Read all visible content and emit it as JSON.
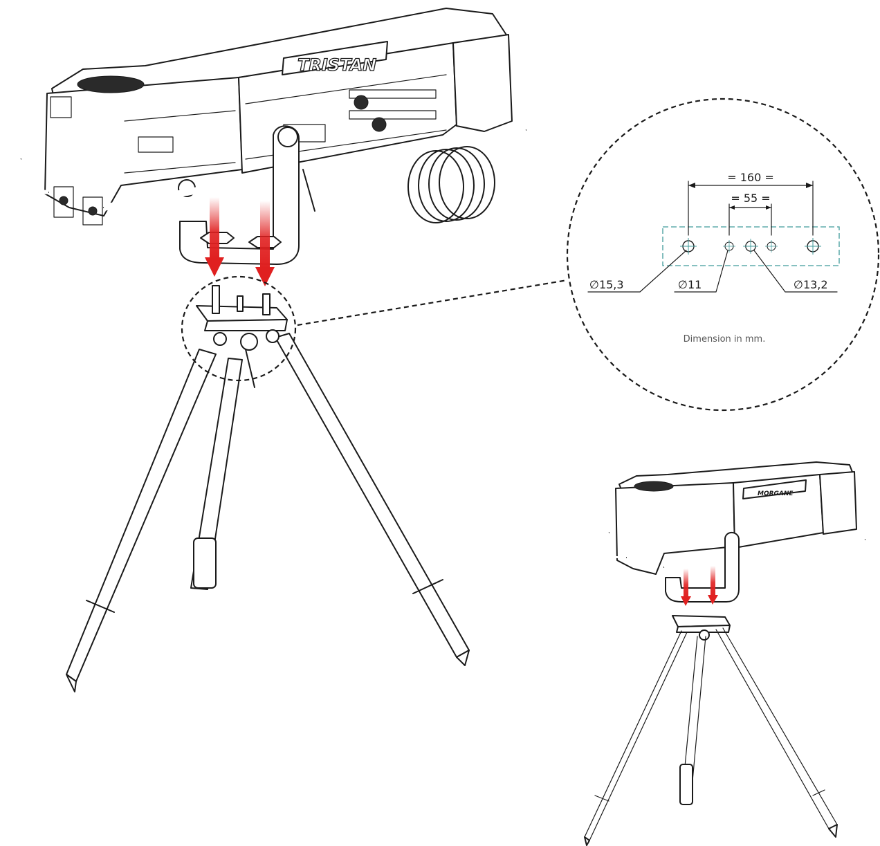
{
  "diagram": {
    "brand_label": "TRISTAN",
    "brand_label_small": "MORGANE",
    "caption": "Dimension in mm.",
    "dimensions": {
      "spacing_outer": "= 160 =",
      "spacing_inner": "= 55 =",
      "hole_large": "∅15,3",
      "hole_small": "∅11",
      "hole_medium": "∅13,2"
    },
    "colors": {
      "arrow": "#e02020",
      "outline": "#1a1a1a",
      "pattern_box": "#3f9a9a"
    },
    "icons": [
      "down-arrow",
      "dimension-arrow",
      "hole-crosshair"
    ]
  }
}
